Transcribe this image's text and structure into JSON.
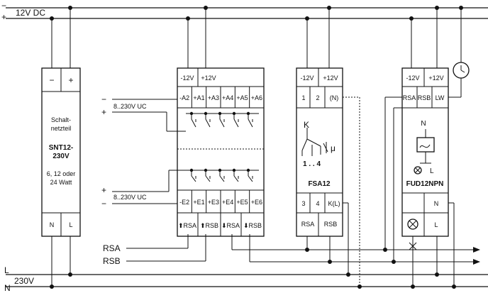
{
  "bus": {
    "top_label": "12V DC",
    "l_label": "L",
    "voltage_label": "230V",
    "n_label": "N"
  },
  "snt": {
    "minus": "−",
    "plus": "+",
    "line1": "Schalt-",
    "line2": "netzteil",
    "model1": "SNT12-",
    "model2": "230V",
    "desc1": "6, 12 oder",
    "desc2": "24 Watt",
    "n": "N",
    "l": "L"
  },
  "input_module": {
    "top_terminals": [
      "-12V",
      "+12V"
    ],
    "upper_row": [
      "-A2",
      "+A1",
      "+A3",
      "+A4",
      "+A5",
      "+A6"
    ],
    "lower_row": [
      "-E2",
      "+E1",
      "+E3",
      "+E4",
      "+E5",
      "+E6"
    ],
    "bottom_row": [
      "⬆RSA",
      "⬆RSB",
      "⬇RSA",
      "⬇RSB"
    ],
    "upper_minus": "−",
    "upper_plus": "+",
    "upper_voltage": "8..230V UC",
    "lower_plus": "+",
    "lower_minus": "−",
    "lower_voltage": "8..230V UC"
  },
  "fsa12": {
    "top_terminals": [
      "-12V",
      "+12V"
    ],
    "row2": [
      "1",
      "2",
      "(N)"
    ],
    "k_label": "K",
    "mu_label": "μ",
    "range_label": "1 . . 4",
    "name": "FSA12",
    "row_bottom": [
      "3",
      "4",
      "K(L)"
    ],
    "bottom": [
      "RSA",
      "RSB"
    ]
  },
  "fud": {
    "top_terminals": [
      "-12V",
      "+12V"
    ],
    "row2": [
      "RSA",
      "RSB",
      "LW"
    ],
    "n_label": "N",
    "l_label": "L",
    "name": "FUD12NPN",
    "n_terminal": "N",
    "l_terminal": "L",
    "clock_symbol": "clock"
  },
  "left_labels": {
    "rsa": "RSA",
    "rsb": "RSB"
  }
}
